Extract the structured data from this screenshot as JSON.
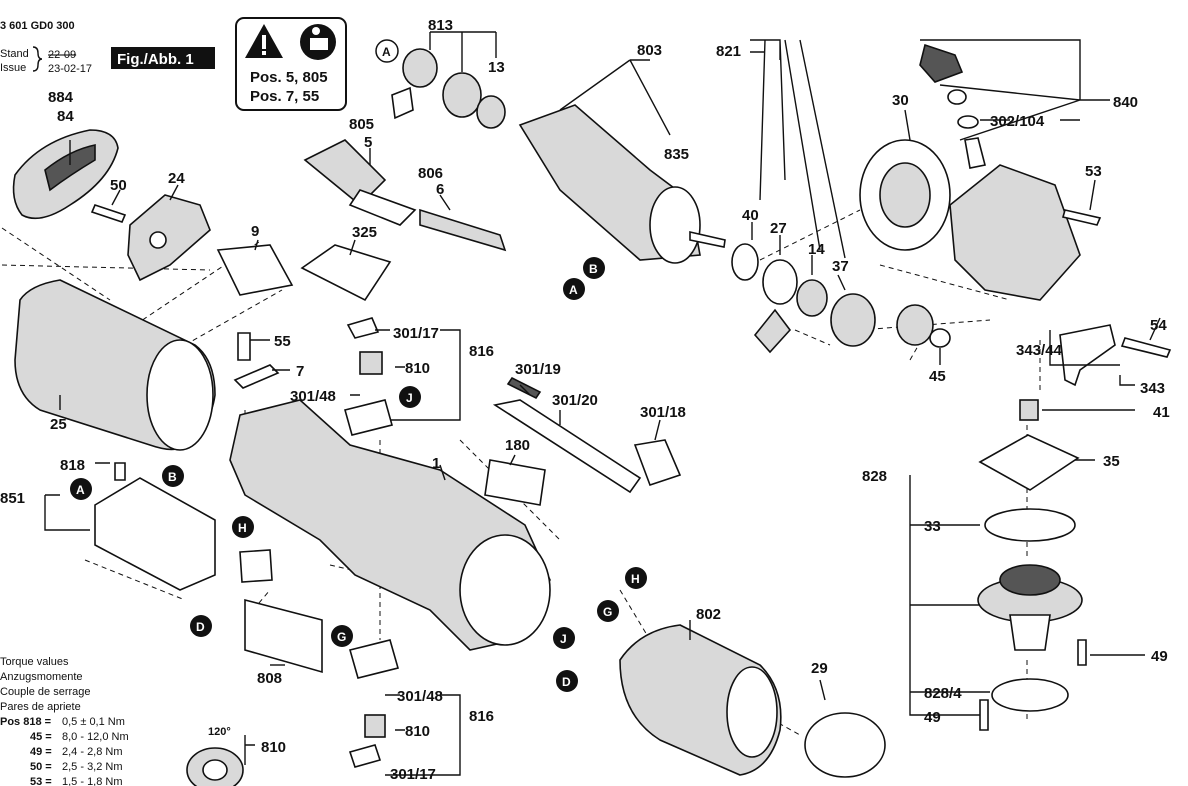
{
  "header": {
    "doc_number": "3 601 GD0 300",
    "stand_label": "Stand",
    "issue_label": "Issue",
    "stand_date": "22-09",
    "issue_date": "23-02-17",
    "fig_label": "Fig./Abb. 1"
  },
  "warning_box": {
    "line1": "Pos. 5, 805",
    "line2": "Pos. 7, 55"
  },
  "torque": {
    "lines": [
      "Torque values",
      "Anzugsmomente",
      "Couple de serrage",
      "Pares de apriete"
    ],
    "rows": [
      {
        "pos": "Pos 818 =",
        "value": "0,5 ± 0,1 Nm"
      },
      {
        "pos": "45 =",
        "value": "8,0 - 12,0 Nm"
      },
      {
        "pos": "49 =",
        "value": "2,4 - 2,8 Nm"
      },
      {
        "pos": "50 =",
        "value": "2,5 - 3,2 Nm"
      },
      {
        "pos": "53 =",
        "value": "1,5 - 1,8 Nm"
      }
    ]
  },
  "angle_note": "120°",
  "labels": {
    "l813": "813",
    "l803": "803",
    "l821": "821",
    "l13": "13",
    "l884": "884",
    "l84": "84",
    "l805": "805",
    "l5": "5",
    "l835": "835",
    "l30": "30",
    "l840": "840",
    "l302_104": "302/104",
    "l50": "50",
    "l24": "24",
    "l806": "806",
    "l6": "6",
    "l40": "40",
    "l27": "27",
    "l14": "14",
    "l37": "37",
    "l53": "53",
    "l9": "9",
    "l325": "325",
    "l55": "55",
    "l301_17a": "301/17",
    "l816a": "816",
    "l810a": "810",
    "l7": "7",
    "l301_48a": "301/48",
    "l301_19": "301/19",
    "l301_20": "301/20",
    "l301_18": "301/18",
    "l54": "54",
    "l343_44": "343/44",
    "l45": "45",
    "l343": "343",
    "l41": "41",
    "l25": "25",
    "l818": "818",
    "l851": "851",
    "l180": "180",
    "l1": "1",
    "l35": "35",
    "l828": "828",
    "l33": "33",
    "l802": "802",
    "l49a": "49",
    "l808": "808",
    "l301_48b": "301/48",
    "l816b": "816",
    "l810b": "810",
    "l810c": "810",
    "l301_17b": "301/17",
    "l29": "29",
    "l828_4": "828/4",
    "l49b": "49"
  },
  "connectors": {
    "A1": "A",
    "A2": "A",
    "A3": "A",
    "B1": "B",
    "B2": "B",
    "J1": "J",
    "J2": "J",
    "H1": "H",
    "H2": "H",
    "G1": "G",
    "G2": "G",
    "D1": "D",
    "D2": "D"
  }
}
